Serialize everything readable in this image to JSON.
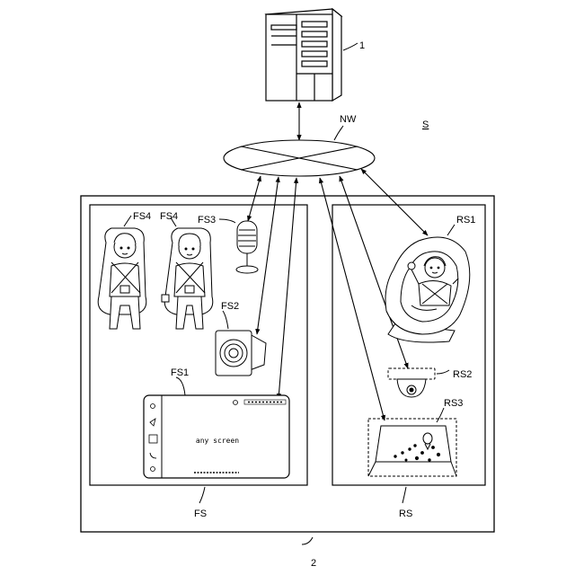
{
  "labels": {
    "server": "1",
    "network": "NW",
    "system": "S",
    "vehicle": "2",
    "front_space": "FS",
    "rear_space": "RS",
    "fs1": "FS1",
    "fs2": "FS2",
    "fs3": "FS3",
    "fs4_left": "FS4",
    "fs4_right": "FS4",
    "rs1": "RS1",
    "rs2": "RS2",
    "rs3": "RS3"
  },
  "screen": {
    "main_text": "any screen"
  }
}
